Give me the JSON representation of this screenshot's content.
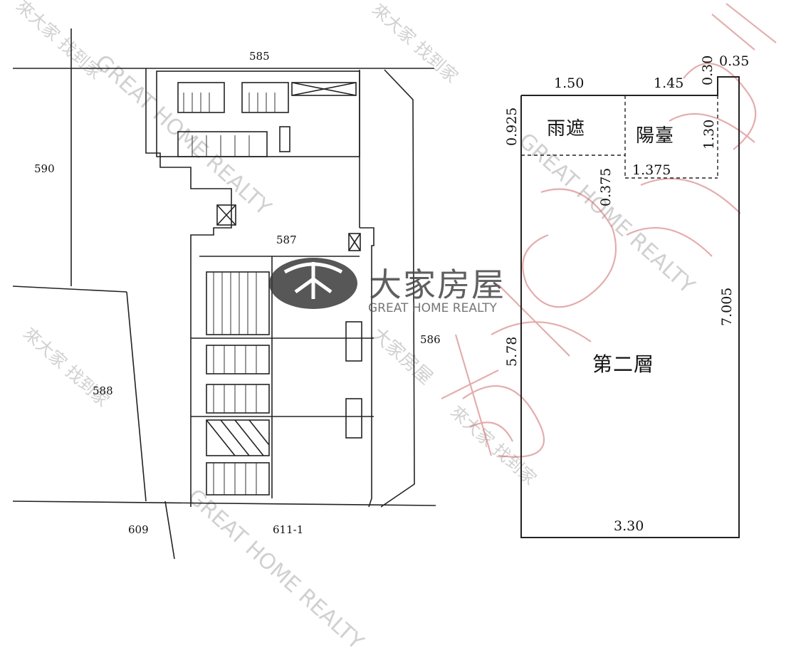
{
  "lot_labels": {
    "north": "585",
    "west": "590",
    "center": "587",
    "east": "586",
    "southwest": "588",
    "south_left": "609",
    "south": "611-1"
  },
  "dimensions": {
    "top_left": "1.50",
    "top_mid": "1.45",
    "top_small": "0.30",
    "top_right": "0.35",
    "left_top": "0.925",
    "balcony_depth": "1.30",
    "balcony_step": "0.375",
    "balcony_width": "1.375",
    "right_side": "7.005",
    "left_side": "5.78",
    "bottom": "3.30"
  },
  "rooms": {
    "canopy": "雨遮",
    "balcony": "陽臺",
    "floor_title": "第二層"
  },
  "logo": {
    "chinese": "大家房屋",
    "english": "GREAT HOME REALTY"
  },
  "watermarks": {
    "brand_en": "GREAT HOME REALTY",
    "brand_cn": "大家房屋",
    "slogan": "來大家 找到家"
  }
}
